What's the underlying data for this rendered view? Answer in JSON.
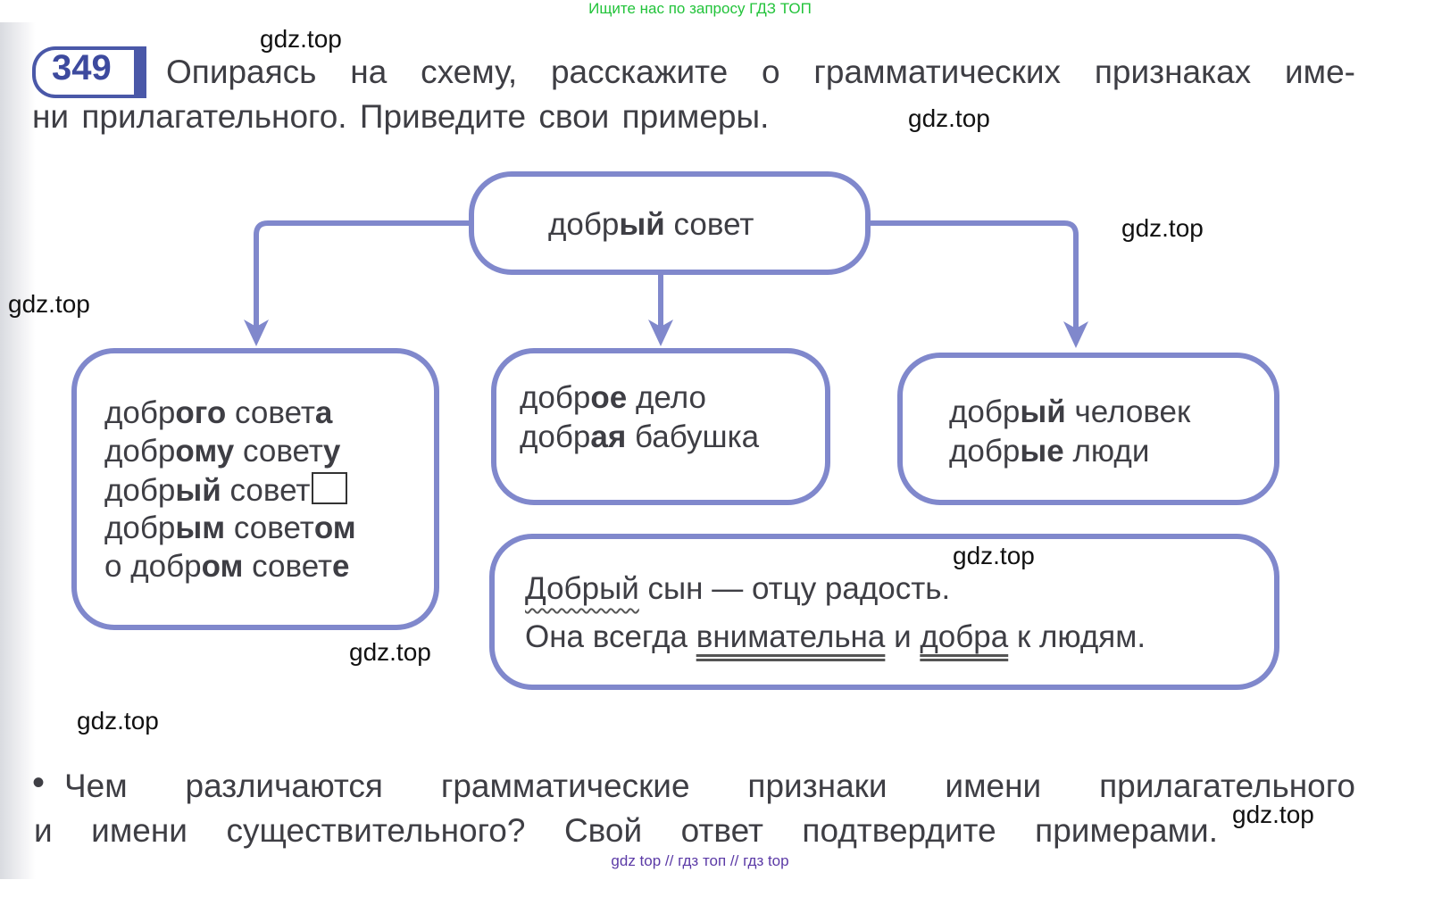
{
  "top_note": "Ищите нас по запросу ГДЗ ТОП",
  "exercise": {
    "number": "349",
    "title_line1": "Опираясь на схему, расскажите о грамматических признаках име-",
    "title_line2": "ни прилагательного. Приведите свои примеры."
  },
  "diagram": {
    "top": [
      [
        [
          "добр",
          false
        ],
        [
          "ый",
          true
        ],
        [
          " совет",
          false
        ]
      ]
    ],
    "left": [
      [
        [
          "добр",
          false
        ],
        [
          "ого",
          true
        ],
        [
          " совет",
          false
        ],
        [
          "а",
          true
        ]
      ],
      [
        [
          "добр",
          false
        ],
        [
          "ому",
          true
        ],
        [
          " совет",
          false
        ],
        [
          "у",
          true
        ]
      ],
      [
        [
          "добр",
          false
        ],
        [
          "ый",
          true
        ],
        [
          " совет",
          false
        ],
        [
          "□",
          false
        ]
      ],
      [
        [
          "добр",
          false
        ],
        [
          "ым",
          true
        ],
        [
          " совет",
          false
        ],
        [
          "ом",
          true
        ]
      ],
      [
        [
          "о добр",
          false
        ],
        [
          "ом",
          true
        ],
        [
          " совет",
          false
        ],
        [
          "е",
          true
        ]
      ]
    ],
    "middle": [
      [
        [
          "добр",
          false
        ],
        [
          "ое",
          true
        ],
        [
          " дело",
          false
        ]
      ],
      [
        [
          "добр",
          false
        ],
        [
          "ая",
          true
        ],
        [
          " бабушка",
          false
        ]
      ]
    ],
    "right": [
      [
        [
          "добр",
          false
        ],
        [
          "ый",
          true
        ],
        [
          " человек",
          false
        ]
      ],
      [
        [
          "добр",
          false
        ],
        [
          "ые",
          true
        ],
        [
          " люди",
          false
        ]
      ]
    ],
    "examples": {
      "s1_word": "Добрый",
      "s1_rest": " сын — отцу радость.",
      "s2_a": "Она всегда ",
      "s2_word1": "внимательна",
      "s2_b": " и ",
      "s2_word2": "добра",
      "s2_c": " к людям."
    }
  },
  "question": {
    "bullet": "•",
    "line1": "Чем различаются грамматические признаки имени прилагательного",
    "line2": "и имени существительного? Свой ответ подтвердите примерами."
  },
  "watermark": "gdz.top",
  "footer": "gdz top // гдз топ // гдз top",
  "colors": {
    "box_border": "#8088cc",
    "badge": "#4a58a8",
    "top_note": "#22c33a",
    "footer": "#5b3aa6"
  }
}
